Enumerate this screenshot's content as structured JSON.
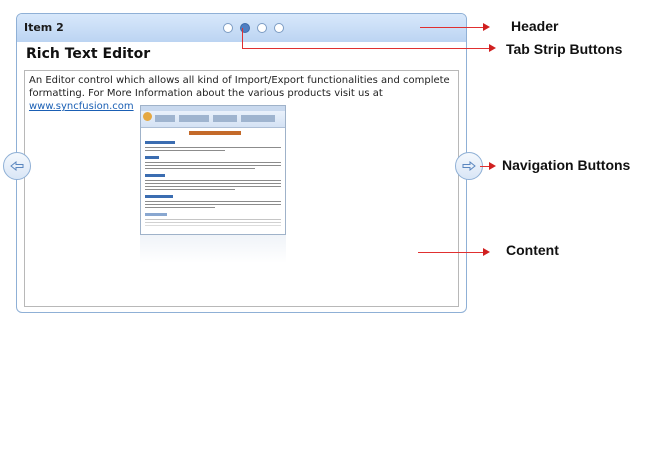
{
  "panel": {
    "header_title": "Item 2",
    "tabs_total": 4,
    "active_tab_index": 1,
    "title": "Rich Text Editor",
    "description": "An Editor control which allows all kind of Import/Export functionalities and complete formatting. For More Information about the various products visit us at ",
    "link_text": "www.syncfusion.com"
  },
  "thumbnail": {
    "heading": "Silverlight Controls"
  },
  "navigation": {
    "prev_icon": "arrow-left-icon",
    "next_icon": "arrow-right-icon"
  },
  "callouts": {
    "header": "Header",
    "tab_strip": "Tab Strip Buttons",
    "navigation": "Navigation Buttons",
    "content": "Content"
  },
  "colors": {
    "callout_line": "#e03030",
    "header_top": "#d8e8fb",
    "header_bottom": "#bcd4f2",
    "active_dot": "#4f7ec2"
  }
}
